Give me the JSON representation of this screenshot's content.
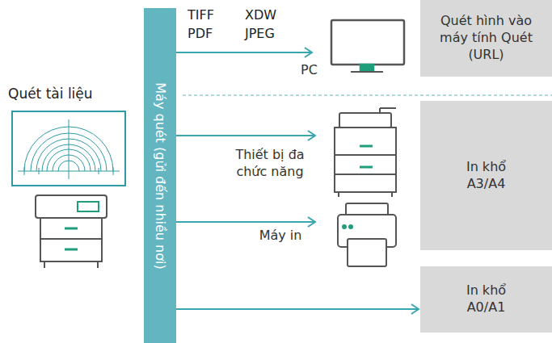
{
  "diagram": {
    "nodes": [
      {
        "text": [
          "Máy quét (gửi đến nhiều nơi)"
        ]
      },
      {
        "text": [
          "PC"
        ]
      },
      {
        "text": [
          "Quét hình vào máy tính Quét (URL)"
        ]
      },
      {
        "text": [
          "Thiết bị đa chức năng"
        ]
      },
      {
        "text": [
          "Máy in"
        ]
      },
      {
        "text": [
          "In khổ A3/A4"
        ]
      },
      {
        "text": [
          "In khổ A0/A1"
        ]
      }
    ],
    "edges": [
      {
        "from": 0,
        "to": 1,
        "arrow": "to"
      },
      {
        "from": 0,
        "to": 3,
        "arrow": "to"
      },
      {
        "from": 0,
        "to": 4,
        "arrow": "to"
      },
      {
        "from": 0,
        "to": 6,
        "arrow": "to"
      }
    ],
    "labels": [
      "Quét tài liệu",
      "TIFF",
      "XDW",
      "PDF",
      "JPEG"
    ]
  }
}
